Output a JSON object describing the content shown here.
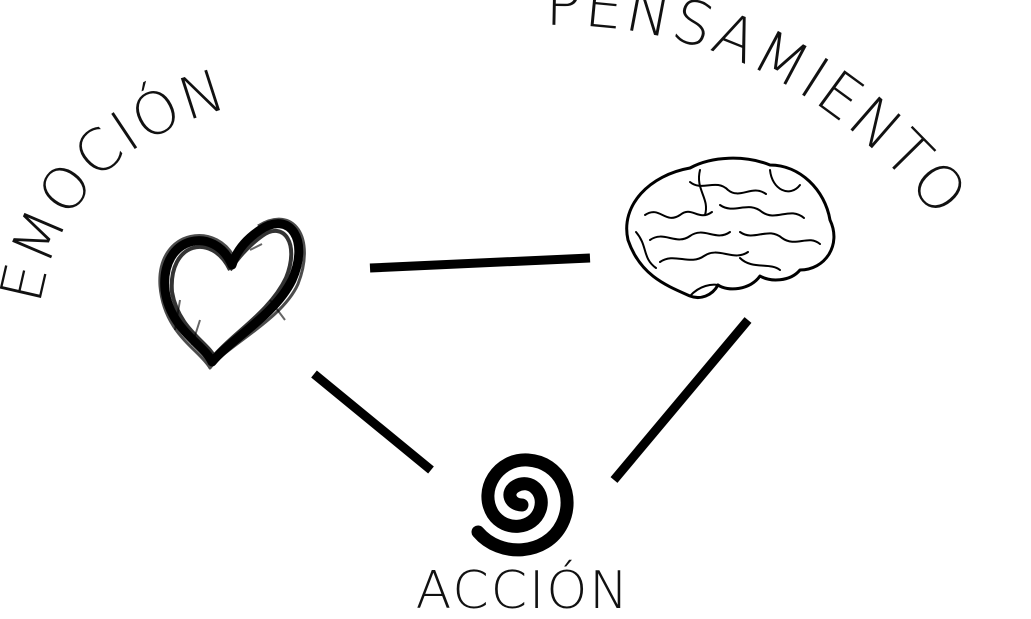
{
  "labels": {
    "emotion": "EMOCIÓN",
    "thought": "PENSAMIENTO",
    "action": "ACCIÓN"
  },
  "nodes": [
    {
      "id": "emotion",
      "icon": "heart-icon"
    },
    {
      "id": "thought",
      "icon": "brain-icon"
    },
    {
      "id": "action",
      "icon": "spiral-icon"
    }
  ],
  "edges": [
    {
      "from": "emotion",
      "to": "thought"
    },
    {
      "from": "emotion",
      "to": "action"
    },
    {
      "from": "thought",
      "to": "action"
    }
  ],
  "colors": {
    "ink": "#000000",
    "background": "#ffffff"
  }
}
